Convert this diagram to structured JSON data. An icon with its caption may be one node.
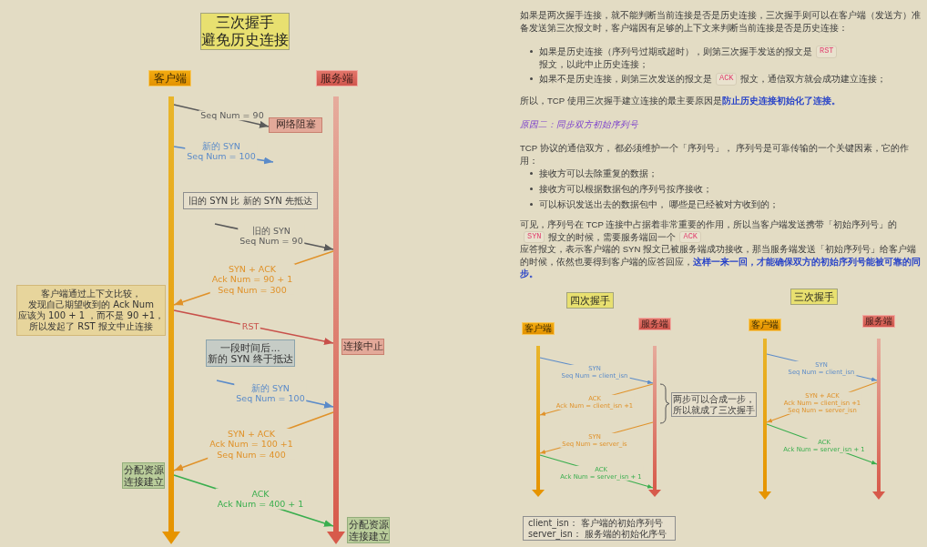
{
  "diagram": {
    "nodes": [
      {
        "text": [
          "三次握手",
          "避免历史连接"
        ]
      },
      {
        "text": [
          "客户端"
        ]
      },
      {
        "text": [
          "服务端"
        ]
      },
      {
        "text": [],
        "shape": "bar"
      },
      {
        "text": [],
        "shape": "bar"
      },
      {
        "text": [
          "网络阻塞"
        ]
      },
      {
        "text": [
          "旧的 SYN 比 新的 SYN 先抵达"
        ]
      },
      {
        "text": [
          "客户端通过上下文比较，发现自己期望收到的 Ack Num 应该为 100 + 1 ，而不是 90 +1，所以发起了 RST 报文中止连接"
        ]
      },
      {
        "text": [
          "一段时间后...",
          "新的 SYN 终于抵达"
        ]
      },
      {
        "text": [
          "连接中止"
        ]
      },
      {
        "text": [
          "分配资源连接建立"
        ]
      },
      {
        "text": [
          "分配资源连接建立"
        ]
      },
      {
        "text": [
          "四次握手"
        ]
      },
      {
        "text": [
          "客户端"
        ]
      },
      {
        "text": [
          "服务端"
        ]
      },
      {
        "text": [],
        "shape": "bar"
      },
      {
        "text": [],
        "shape": "bar"
      },
      {
        "text": [
          "两步可以合成一步，所以就成了三次握手"
        ]
      },
      {
        "text": [
          "client_isn： 客户端的初始序列号",
          "server_isn： 服务端的初始化序号"
        ]
      },
      {
        "text": [
          "三次握手"
        ]
      },
      {
        "text": [
          "客户端"
        ]
      },
      {
        "text": [
          "服务端"
        ]
      },
      {
        "text": [],
        "shape": "bar"
      },
      {
        "text": [],
        "shape": "bar"
      }
    ],
    "edges": [
      {
        "from": 3,
        "to": 5,
        "arrow": "to",
        "label": "Seq Num = 90",
        "color": "#5a5a5a"
      },
      {
        "from": 3,
        "to": null,
        "arrow": "to",
        "label": "新的 SYN Seq Num = 100",
        "color": "#5b8bc9"
      },
      {
        "from": null,
        "to": 4,
        "arrow": "to",
        "label": "旧的 SYN Seq Num = 90",
        "color": "#5a5a5a"
      },
      {
        "from": 4,
        "to": 3,
        "arrow": "to",
        "label": "SYN + ACK Ack Num = 90 + 1 Seq Num = 300",
        "color": "#e0922a"
      },
      {
        "from": 3,
        "to": 4,
        "arrow": "to",
        "label": "RST",
        "color": "#c8504a"
      },
      {
        "from": null,
        "to": 4,
        "arrow": "to",
        "label": "新的 SYN Seq Num = 100",
        "color": "#5b8bc9"
      },
      {
        "from": 4,
        "to": 3,
        "arrow": "to",
        "label": "SYN + ACK Ack Num = 100 +1 Seq Num = 400",
        "color": "#e0922a"
      },
      {
        "from": 3,
        "to": 4,
        "arrow": "to",
        "label": "ACK Ack Num = 400 + 1",
        "color": "#3aae4e"
      },
      {
        "from": 15,
        "to": 16,
        "arrow": "to",
        "label": "SYN Seq Num = client_isn",
        "color": "#5b8bc9"
      },
      {
        "from": 16,
        "to": 15,
        "arrow": "to",
        "label": "ACK Ack Num = client_isn +1",
        "color": "#e0922a"
      },
      {
        "from": 16,
        "to": 15,
        "arrow": "to",
        "label": "SYN Seq Num = server_is",
        "color": "#e0922a"
      },
      {
        "from": 15,
        "to": 16,
        "arrow": "to",
        "label": "ACK Ack Num = server_isn + 1",
        "color": "#3aae4e"
      },
      {
        "from": 22,
        "to": 23,
        "arrow": "to",
        "label": "SYN Seq Num = client_isn",
        "color": "#5b8bc9"
      },
      {
        "from": 23,
        "to": 22,
        "arrow": "to",
        "label": "SYN + ACK Ack Num = client_isn +1 Seq Num = server_isn",
        "color": "#e0922a"
      },
      {
        "from": 22,
        "to": 23,
        "arrow": "to",
        "label": "ACK Ack Num = server_isn + 1",
        "color": "#3aae4e"
      }
    ],
    "labels": [
      "如果是两次握手连接，就不能判断当前连接是否是历史连接，三次握手则可以在客户端（发送方）准备发送第三次报文时，客户端因有足够的上下文来判断当前连接是否是历史连接：",
      "如果是历史连接（序列号过期或超时），则第三次握手发送的报文是",
      "RST",
      "报文，以此中止历史连接；",
      "如果不是历史连接，则第三次发送的报文是",
      "ACK",
      "报文，通信双方就会成功建立连接；",
      "所以，TCP 使用三次握手建立连接的最主要原因是**防止历史连接初始化了连接。**",
      "原因二：同步双方初始序列号",
      "TCP 协议的通信双方， 都必须维护一个「序列号」， 序列号是可靠传输的一个关键因素，它的作用：",
      "接收方可以去除重复的数据；",
      "接收方可以根据数据包的序列号按序接收；",
      "可以标识发送出去的数据包中， 哪些是已经被对方收到的；",
      "可见，序列号在 TCP 连接中占据着非常重要的作用，所以当客户端发送携带「初始序列号」的",
      "SYN",
      "报文的时候，需要服务端回一个",
      "ACK",
      "应答报文，表示客户端的 SYN 报文已被服务端成功接收，那当服务端发送「初始序列号」给客户端的时候，依然也要得到客户端的应答回应，**这样一来一回，才能确保双方的初始序列号能被可靠的同步。**"
    ]
  }
}
